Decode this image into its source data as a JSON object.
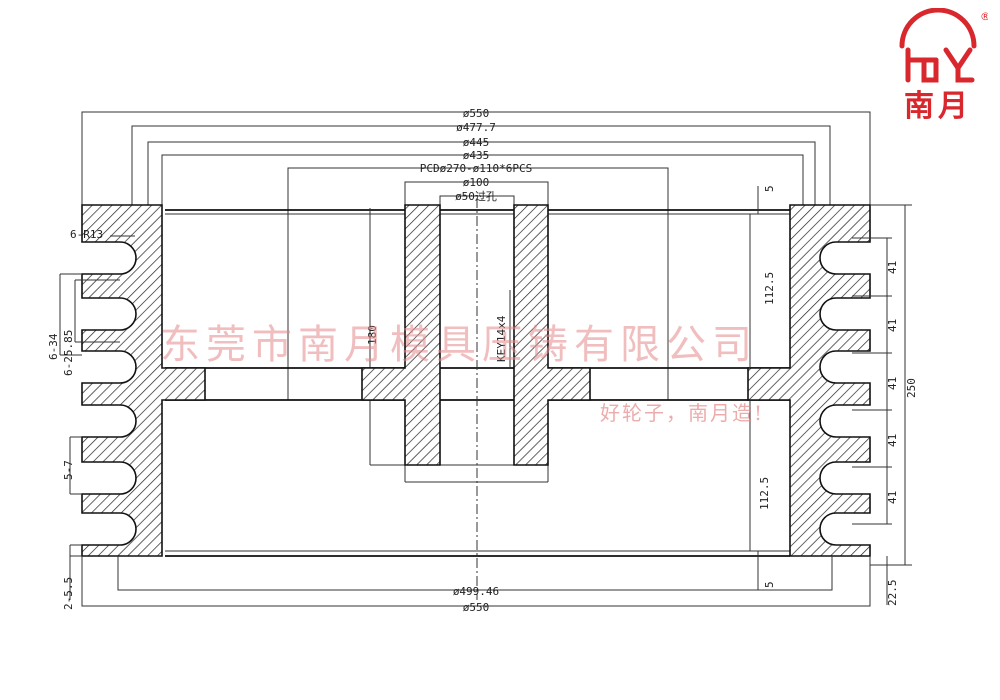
{
  "brand": {
    "name": "南月",
    "logo_icon": "nanyue-logo-icon",
    "registered_mark": "®",
    "color": "#d9272e"
  },
  "watermark": {
    "company": "东莞市南月模具压铸有限公司",
    "slogan": "好轮子，南月造!",
    "color": "#e58a8a"
  },
  "dimensions": {
    "top": [
      "ø550",
      "ø477.7",
      "ø445",
      "ø435",
      "PCDø270-ø110*6PCS",
      "ø100",
      "ø50过孔"
    ],
    "bottom": [
      "ø499.46",
      "ø550"
    ],
    "left": [
      "6-R13",
      "6-34",
      "6-25.85",
      "5-7",
      "2-5.5"
    ],
    "inner": [
      "180",
      "KEY14x4",
      "112.5",
      "112.5"
    ],
    "right": [
      "5",
      "41",
      "41",
      "41",
      "41",
      "41",
      "250",
      "5",
      "22.5"
    ]
  }
}
